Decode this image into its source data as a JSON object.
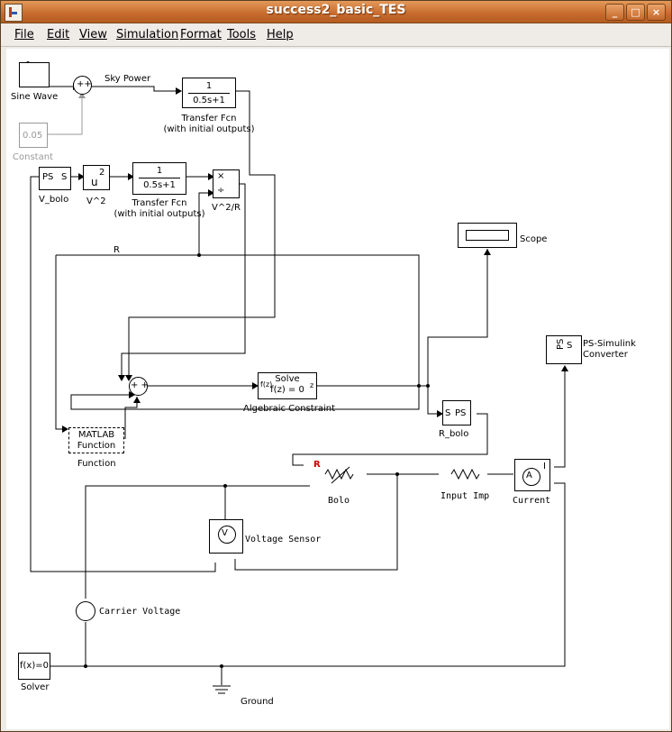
{
  "window": {
    "title": "success2_basic_TES"
  },
  "titlebar_buttons": {
    "minimize": "_",
    "maximize": "□",
    "close": "×"
  },
  "menu": [
    "File",
    "Edit",
    "View",
    "Simulation",
    "Format",
    "Tools",
    "Help"
  ],
  "blocks": {
    "sine_wave": {
      "label": "Sine Wave"
    },
    "constant": {
      "value": "0.05",
      "label": "Constant"
    },
    "sky_power": {
      "label": "Sky Power"
    },
    "tf1": {
      "num": "1",
      "den": "0.5s+1",
      "label1": "Transfer Fcn",
      "label2": "(with initial outputs)"
    },
    "v_bolo": {
      "ps": "PS",
      "s": "S",
      "label": "V_bolo"
    },
    "square": {
      "base": "u",
      "exp": "2",
      "label": "V^2"
    },
    "tf2": {
      "num": "1",
      "den": "0.5s+1",
      "label1": "Transfer Fcn",
      "label2": "(with initial outputs)"
    },
    "divide": {
      "times": "×",
      "div": "÷",
      "label": "V^2/R"
    },
    "r_signal": {
      "label": "R"
    },
    "scope": {
      "label": "Scope"
    },
    "ps_simulink": {
      "ps": "PS",
      "s": "S",
      "label1": "PS-Simulink",
      "label2": "Converter"
    },
    "sum_top": {
      "signs": "++"
    },
    "sum_mid": {
      "signs": "+ +"
    },
    "alg": {
      "line1": "Solve",
      "line2": "f(z) = 0",
      "fz": "f(z)",
      "z": "z",
      "label": "Algebraic Constraint"
    },
    "matlab_fn": {
      "line1": "MATLAB",
      "line2": "Function",
      "label": "Function"
    },
    "r_bolo": {
      "s": "S",
      "ps": "PS",
      "label": "R_bolo"
    },
    "bolo": {
      "r": "R",
      "label": "Bolo"
    },
    "input_imp": {
      "label": "Input Imp"
    },
    "current": {
      "glyph": "A",
      "i": "I",
      "label": "Current"
    },
    "voltage_sensor": {
      "glyph": "V",
      "label": "Voltage Sensor"
    },
    "carrier_voltage": {
      "label": "Carrier Voltage"
    },
    "solver": {
      "text": "f(x)=0",
      "label": "Solver"
    },
    "ground": {
      "label": "Ground"
    }
  }
}
